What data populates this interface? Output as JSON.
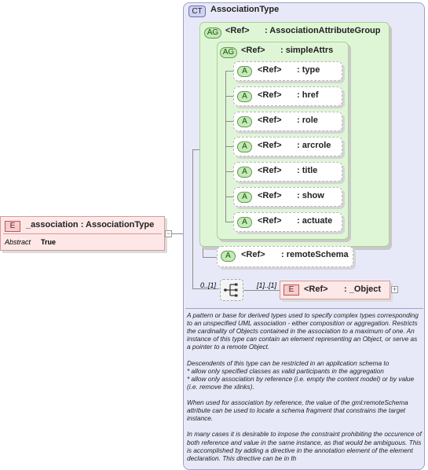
{
  "root_element": {
    "badge": "E",
    "name": "_association",
    "type_sep": ":",
    "type": "AssociationType",
    "property_label": "Abstract",
    "property_value": "True",
    "expand_symbol": "−"
  },
  "complex_type": {
    "badge": "CT",
    "title": "AssociationType"
  },
  "attribute_group_outer": {
    "badge": "AG",
    "ref": "<Ref>",
    "name": ": AssociationAttributeGroup"
  },
  "attribute_group_inner": {
    "badge": "AG",
    "ref": "<Ref>",
    "name": ": simpleAttrs"
  },
  "attributes": [
    {
      "badge": "A",
      "ref": "<Ref>",
      "name": ": type"
    },
    {
      "badge": "A",
      "ref": "<Ref>",
      "name": ": href"
    },
    {
      "badge": "A",
      "ref": "<Ref>",
      "name": ": role"
    },
    {
      "badge": "A",
      "ref": "<Ref>",
      "name": ": arcrole"
    },
    {
      "badge": "A",
      "ref": "<Ref>",
      "name": ": title"
    },
    {
      "badge": "A",
      "ref": "<Ref>",
      "name": ": show"
    },
    {
      "badge": "A",
      "ref": "<Ref>",
      "name": ": actuate"
    }
  ],
  "remote_schema": {
    "badge": "A",
    "ref": "<Ref>",
    "name": ": remoteSchema"
  },
  "sequence": {
    "occurrence": "0..[1]",
    "child_occurrence": "[1]..[1]"
  },
  "object_element": {
    "badge": "E",
    "ref": "<Ref>",
    "name": ": _Object",
    "expand_symbol": "+"
  },
  "description": [
    "A pattern or base for derived types used to specify complex types corresponding to an  unspecified UML association - either composition or aggregation.  Restricts the cardinality of Objects contained in the association to a maximum of one.  An instance of this type can contain an element representing an Object, or serve as a pointer to a remote Object.",
    "Descendents of this type can be restricted in an application schema to\n* allow only specified classes as valid participants in the aggregation\n* allow only association by reference (i.e. empty the content model) or by value (i.e. remove the xlinks).",
    "When used for association by reference, the value of the gml:remoteSchema attribute can be used to locate a schema fragment that constrains the target instance.",
    "In many cases it is desirable to impose the constraint prohibiting the occurence of both reference and value in the same instance, as that would be ambiguous.  This is accomplished by adding a directive in the annotation element of the element declaration.  This directive can be in th"
  ]
}
